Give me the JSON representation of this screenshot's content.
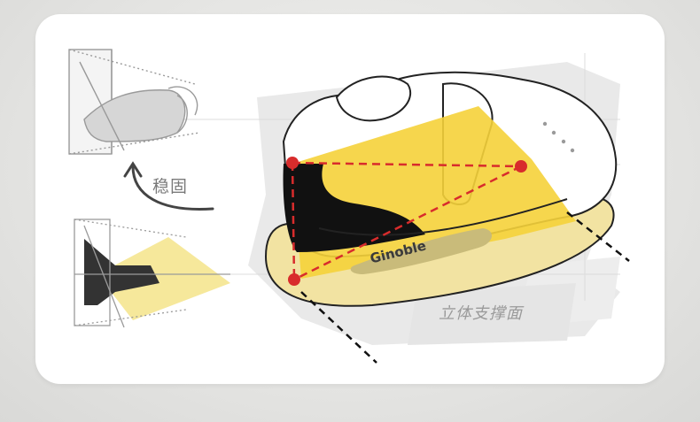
{
  "labels": {
    "stable": "稳固",
    "support": "立体支撑面",
    "brand": "Ginoble"
  },
  "colors": {
    "yellow": "#f5d23a",
    "sole_yellow": "#f2e3a2",
    "red": "#d82c2c",
    "black": "#111111"
  }
}
